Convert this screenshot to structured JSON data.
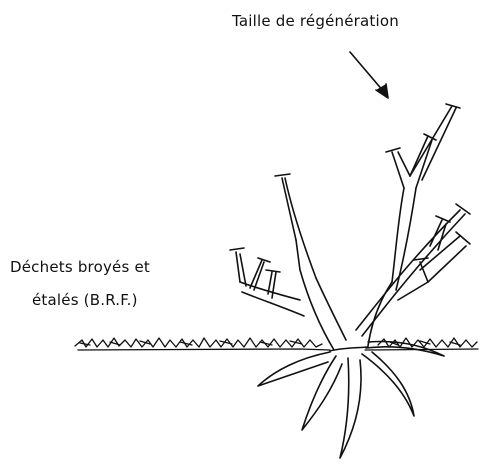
{
  "labels": {
    "pruning": "Taille de régénération",
    "mulch_line1": "Déchets broyés et",
    "mulch_line2": "étalés (B.R.F.)"
  },
  "colors": {
    "ink": "#111111",
    "background": "#ffffff"
  }
}
